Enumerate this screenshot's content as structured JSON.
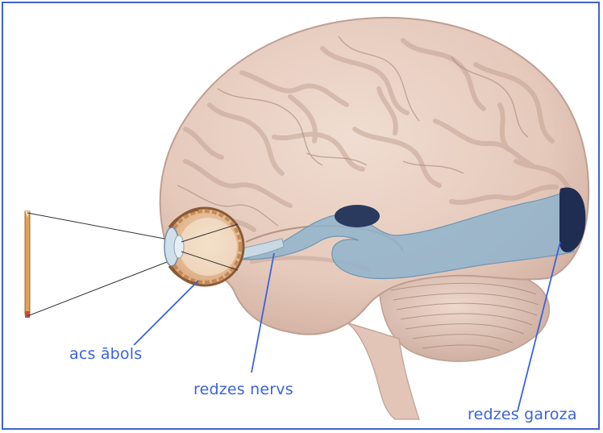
{
  "labels": {
    "eyeball": "acs ābols",
    "optic_nerve": "redzes nervs",
    "visual_cortex": "redzes garoza"
  },
  "colors": {
    "frame": "#3f63cc",
    "label_text": "#3a63dd",
    "brain": "#e7cfc2",
    "brain_fold": "#c9a99a",
    "visual_pathway": "#8fb3cc",
    "cortex_dark": "#1f2d52",
    "pencil": "#e0a256"
  },
  "icons": [
    "pencil-icon",
    "eye-icon",
    "brain-illustration",
    "cerebellum-illustration"
  ]
}
